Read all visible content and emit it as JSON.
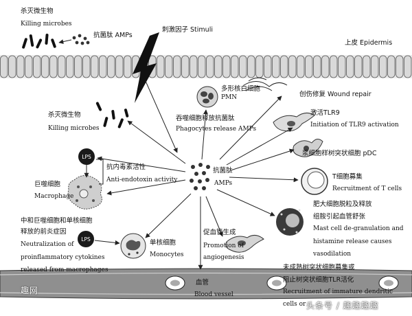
{
  "colors": {
    "ink": "#111111",
    "cell_fill": "#d9d9d9",
    "vessel_fill": "#8f8f8f",
    "arrow": "#222222"
  },
  "labels": {
    "kill_top_zh": "杀灭微生物",
    "kill_top_en": "Killing microbes",
    "amps_top": "抗菌肽 AMPs",
    "stimuli": "刺激因子 Stimuli",
    "epidermis": "上皮 Epidermis",
    "pmn_zh": "多形核白细胞",
    "pmn_en": "PMN",
    "phago_zh": "吞噬细胞释放抗菌肽",
    "phago_en": "Phagocytes release AMPs",
    "wound": "创伤修复 Wound repair",
    "tlr9_zh": "激活TLR9",
    "tlr9_en": "Initiation of TLR9 activation",
    "kill_mid_zh": "杀灭微生物",
    "kill_mid_en": "Killing microbes",
    "pdc": "浆细胞样树突状细胞 pDC",
    "lps_top": "LPS",
    "anti_endo_zh": "抗内毒素活性",
    "anti_endo_en": "Anti-endotoxin activity",
    "center_zh": "抗菌肽",
    "center_en": "AMPs",
    "tcell_zh": "T细胞募集",
    "tcell_en": "Recruitment of T cells",
    "macro_zh": "巨噬细胞",
    "macro_en": "Macrophage",
    "mast_zh1": "肥大细胞脱粒及释放",
    "mast_zh2": "组胺引起血管舒张",
    "mast_en1": "Mast cell de-granulation and",
    "mast_en2": "histamine release causes",
    "mast_en3": "vasodilation",
    "neut_zh1": "中和巨噬细胞和单核细胞",
    "neut_zh2": "释放的前炎症因",
    "neut_en1": "Neutralization of",
    "neut_en2": "proinflammatory cytokines",
    "neut_en3": "released from macrophages",
    "lps_bottom": "LPS",
    "mono_zh": "单核细胞",
    "mono_en": "Monocytes",
    "angio_zh": "促血管生成",
    "angio_en1": "Promotion of",
    "angio_en2": "angiogenesis",
    "immature_zh1": "未成熟树突状细胞募集或",
    "immature_zh2": "阻止树突状细胞TLR活化",
    "immature_en1": "Recruitment of immature dendritic",
    "immature_en2": "cells or",
    "vessel_zh": "血管",
    "vessel_en": "Blood vessel",
    "watermark_left": "趣网",
    "watermark_right": "头条号 / 趣趣趣趣"
  }
}
